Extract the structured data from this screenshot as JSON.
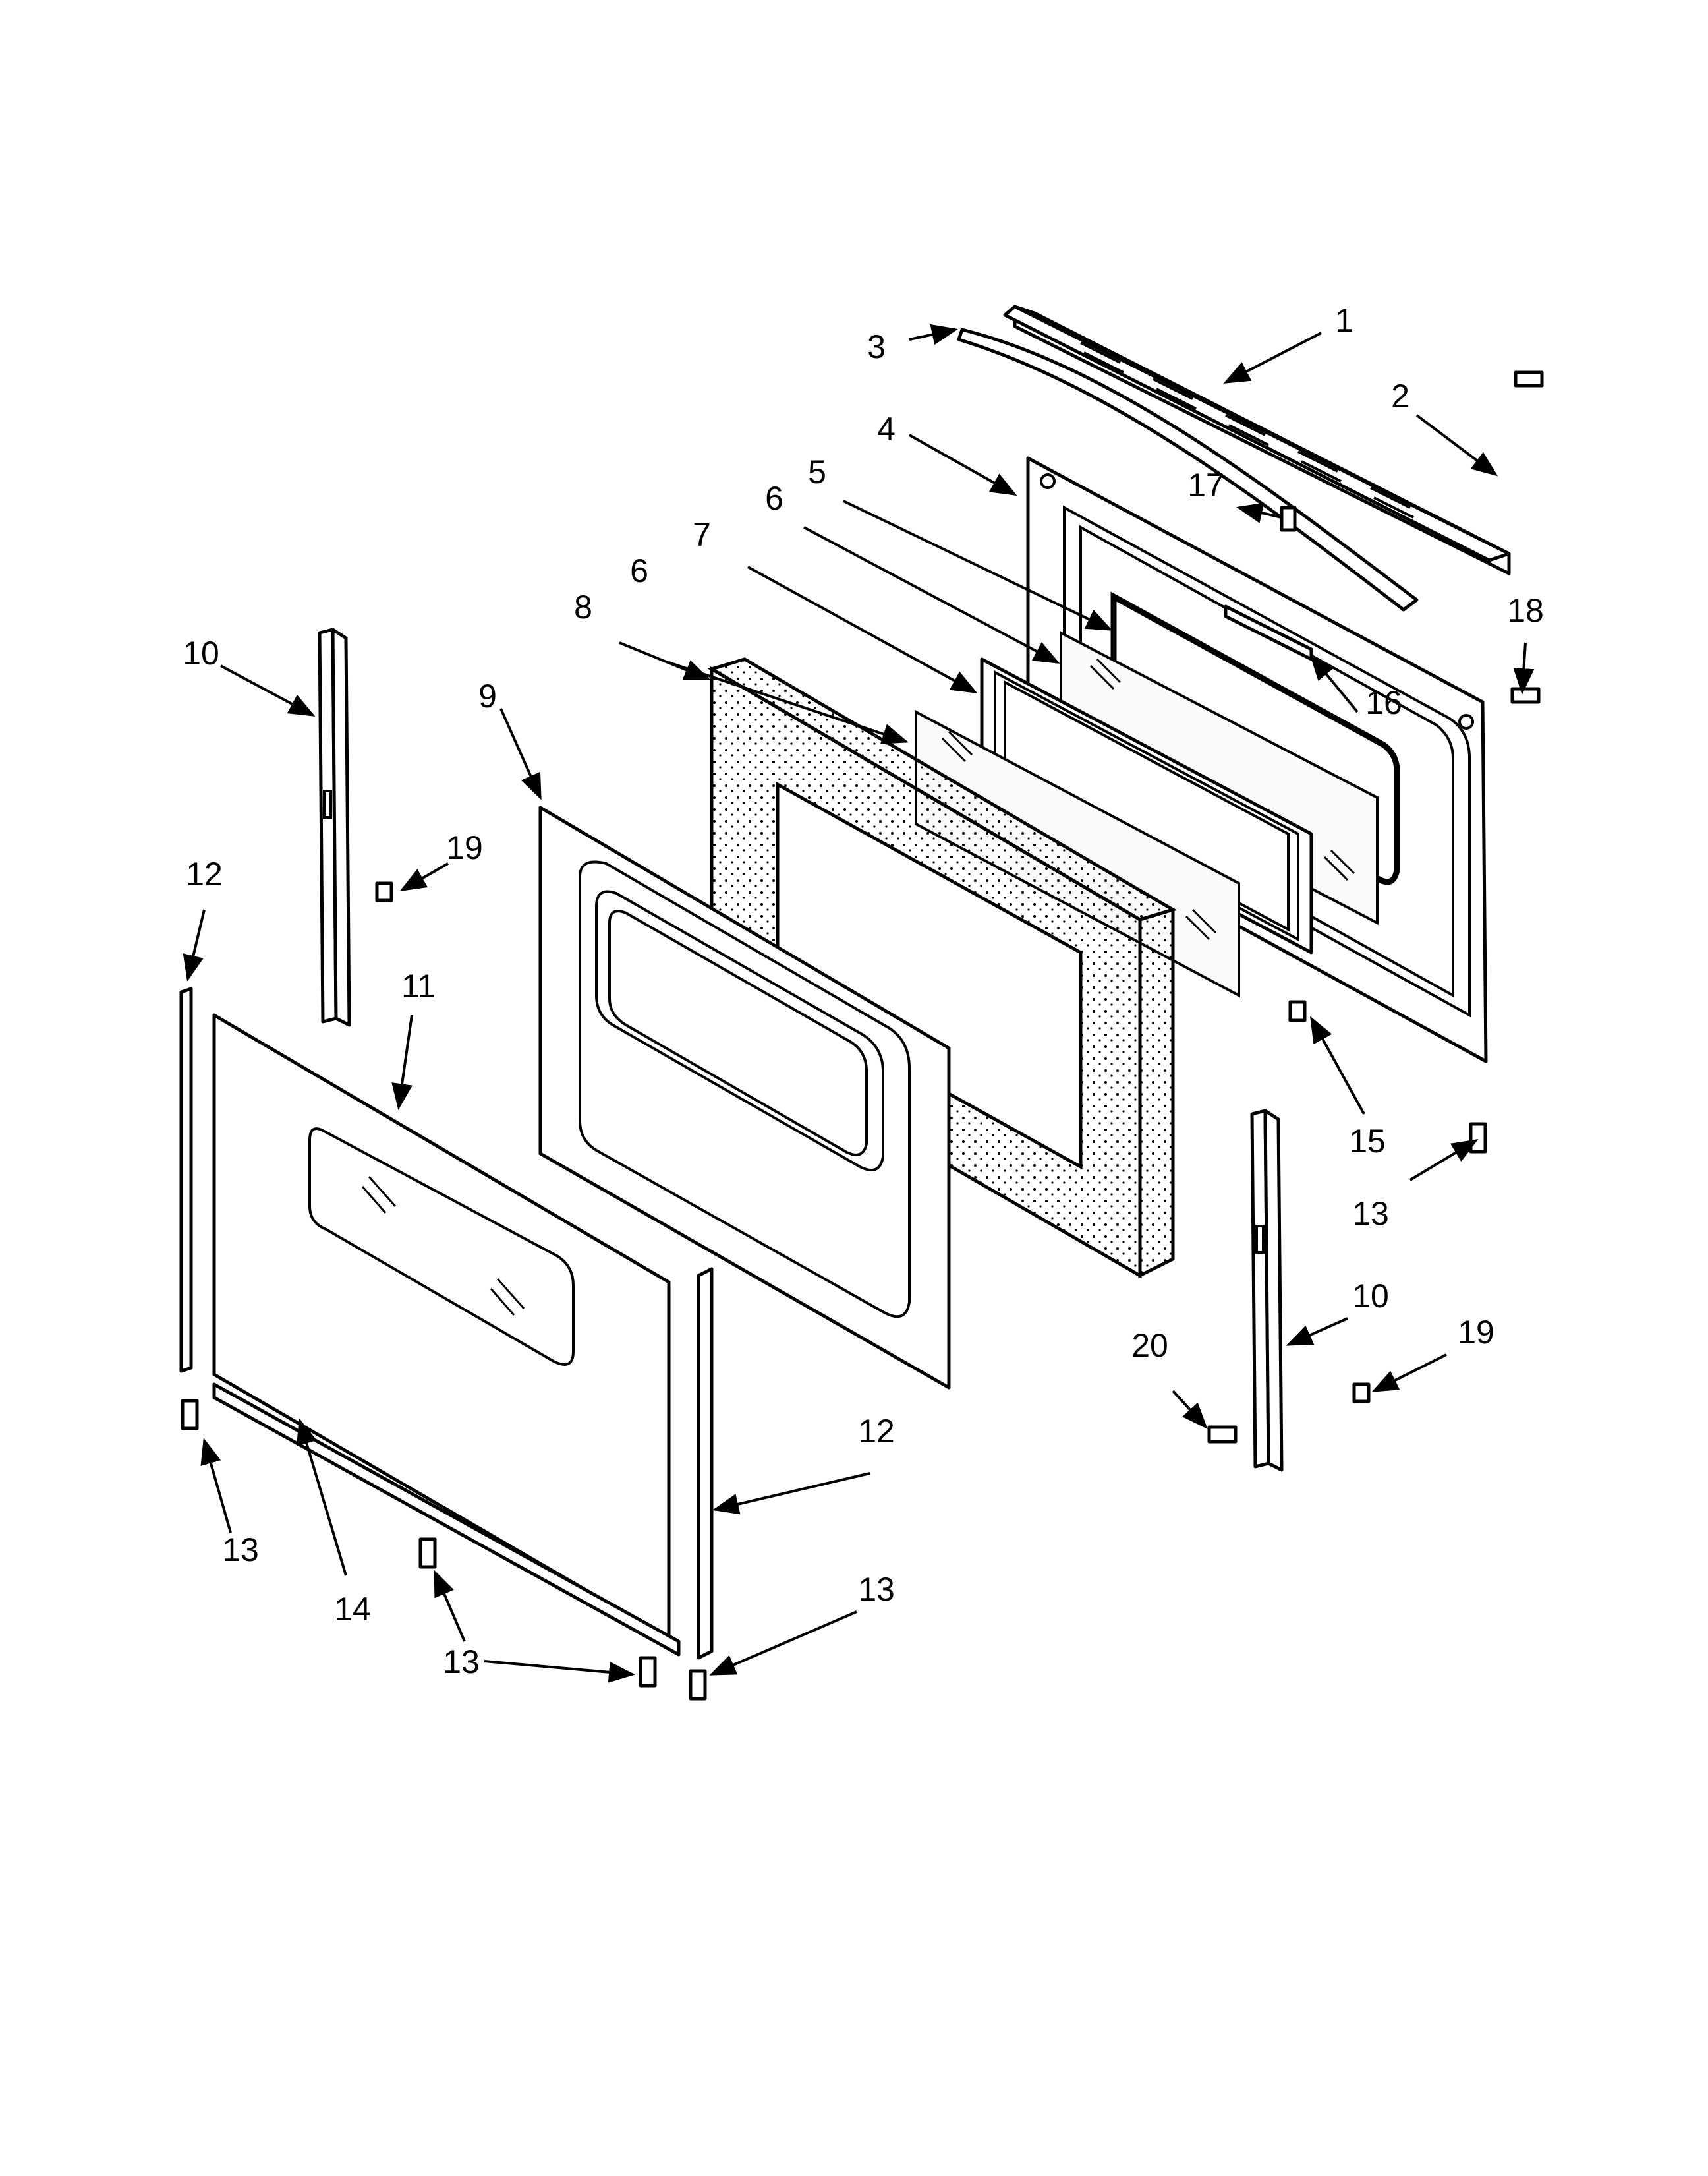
{
  "callouts": [
    {
      "id": "c1",
      "label": "1"
    },
    {
      "id": "c2",
      "label": "2"
    },
    {
      "id": "c3",
      "label": "3"
    },
    {
      "id": "c4",
      "label": "4"
    },
    {
      "id": "c5",
      "label": "5"
    },
    {
      "id": "c6a",
      "label": "6"
    },
    {
      "id": "c6b",
      "label": "6"
    },
    {
      "id": "c7",
      "label": "7"
    },
    {
      "id": "c8",
      "label": "8"
    },
    {
      "id": "c9",
      "label": "9"
    },
    {
      "id": "c10a",
      "label": "10"
    },
    {
      "id": "c10b",
      "label": "10"
    },
    {
      "id": "c11",
      "label": "11"
    },
    {
      "id": "c12a",
      "label": "12"
    },
    {
      "id": "c12b",
      "label": "12"
    },
    {
      "id": "c13a",
      "label": "13"
    },
    {
      "id": "c13b",
      "label": "13"
    },
    {
      "id": "c13c",
      "label": "13"
    },
    {
      "id": "c13d",
      "label": "13"
    },
    {
      "id": "c14",
      "label": "14"
    },
    {
      "id": "c15",
      "label": "15"
    },
    {
      "id": "c16",
      "label": "16"
    },
    {
      "id": "c17",
      "label": "17"
    },
    {
      "id": "c18",
      "label": "18"
    },
    {
      "id": "c19a",
      "label": "19"
    },
    {
      "id": "c19b",
      "label": "19"
    },
    {
      "id": "c20",
      "label": "20"
    }
  ]
}
